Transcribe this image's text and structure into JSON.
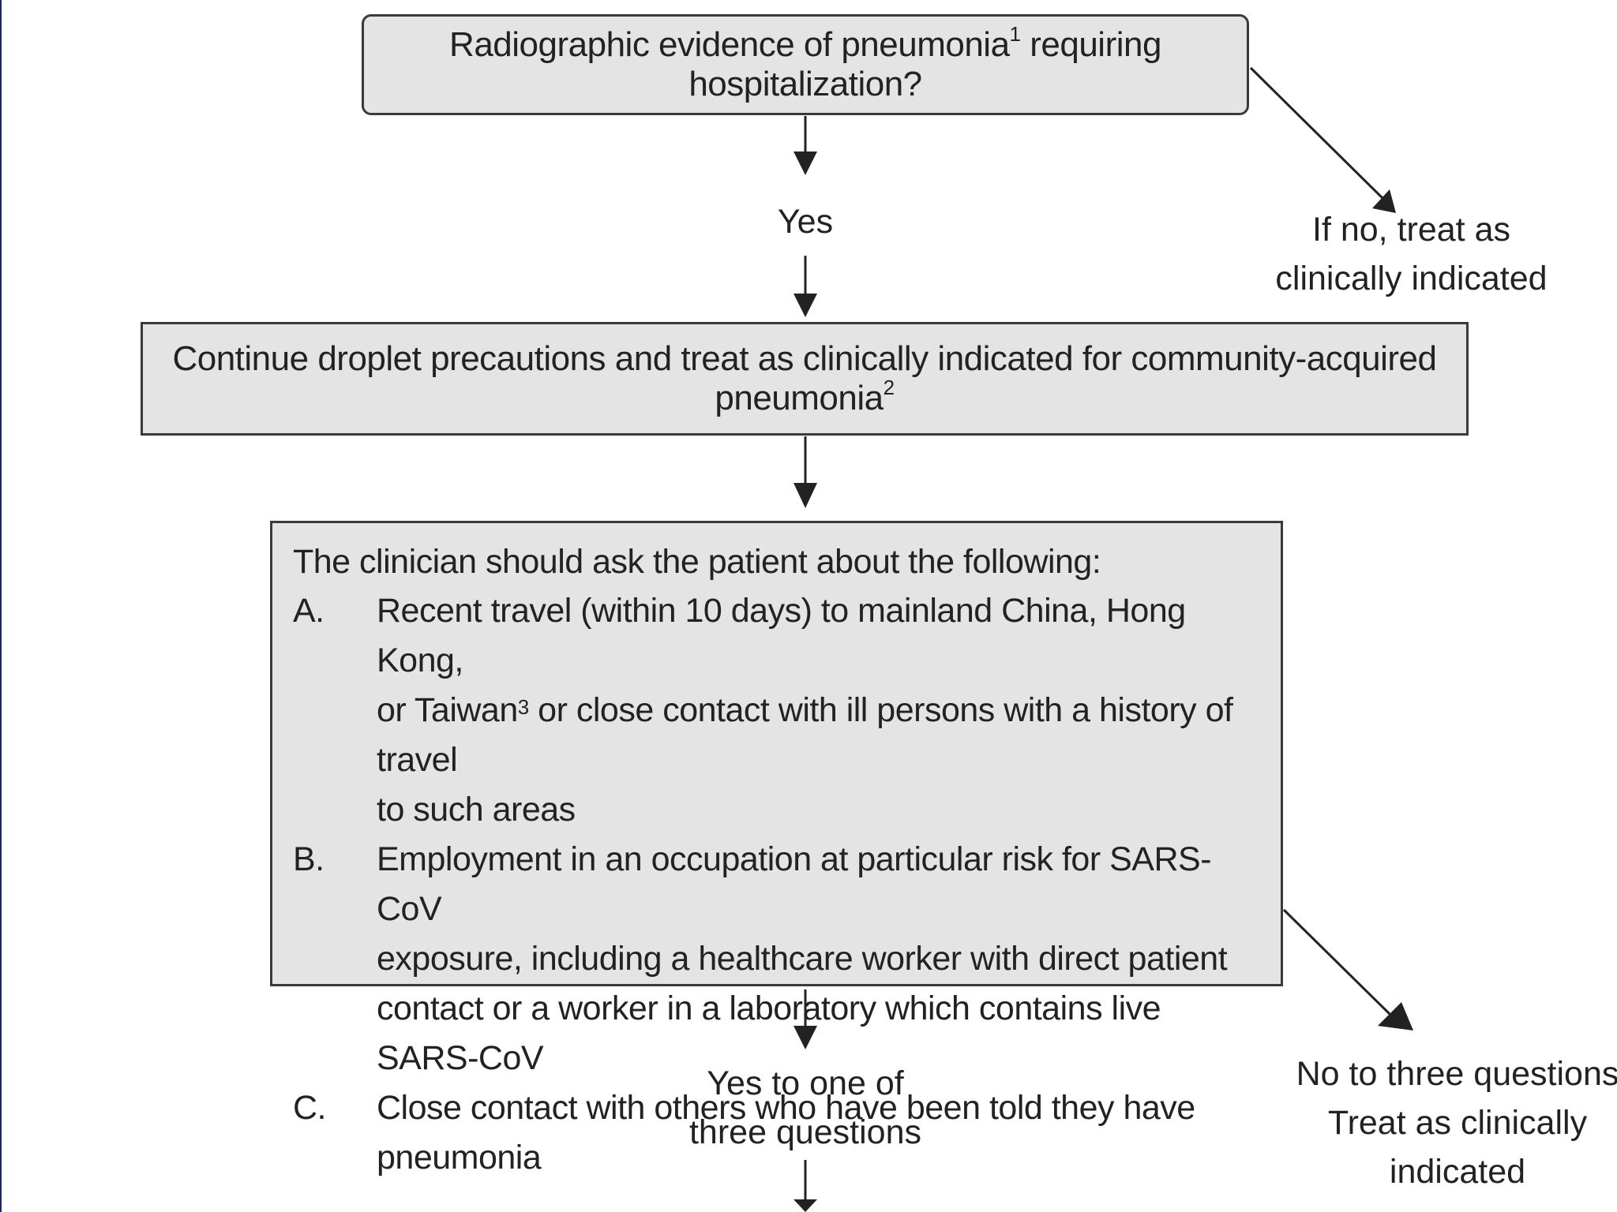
{
  "nodes": {
    "question_pneumonia": {
      "text": "Radiographic evidence of pneumonia",
      "sup": "1",
      "text_after": " requiring hospitalization?"
    },
    "yes_label": "Yes",
    "no_outcome": {
      "line1": "If no, treat as",
      "line2": "clinically indicated"
    },
    "droplet_box": {
      "text": "Continue droplet precautions and treat as clinically indicated for community-acquired pneumonia",
      "sup": "2"
    },
    "questions_box": {
      "intro": "The clinician should ask the patient about the following:",
      "items": [
        {
          "letter": "A.",
          "lines": [
            "Recent travel (within 10 days) to mainland China, Hong Kong,",
            "or Taiwan",
            "to such areas"
          ],
          "sup": "3",
          "after_sup": " or close contact with ill persons with a history of travel"
        },
        {
          "letter": "B.",
          "lines": [
            "Employment in an occupation at particular risk for SARS-CoV",
            "exposure, including a healthcare worker with direct patient",
            "contact or a worker in a laboratory which contains live SARS-CoV"
          ]
        },
        {
          "letter": "C.",
          "lines": [
            "Close contact with others who have been told they have",
            "pneumonia"
          ]
        }
      ]
    },
    "yes_one_label": {
      "line1": "Yes to one of",
      "line2": "three questions"
    },
    "no_three_label": {
      "line1": "No to three questions",
      "line2": "Treat as clinically",
      "line3": "indicated"
    }
  }
}
